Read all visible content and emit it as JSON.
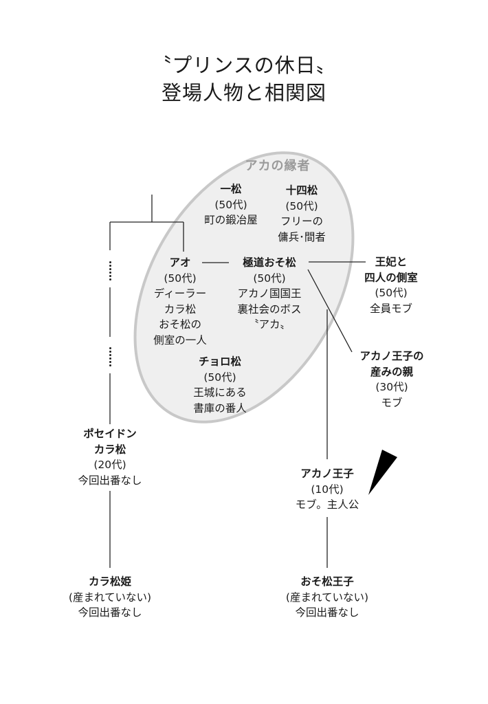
{
  "title": {
    "line1": "〝プリンスの休日〟",
    "line2": "登場人物と相関図"
  },
  "group": {
    "label": "アカの縁者",
    "fill_color": "#efefef",
    "stroke_color": "#c8c8c8"
  },
  "characters": {
    "ichimatsu": {
      "name": "一松",
      "lines": [
        "(50代)",
        "町の鍛冶屋"
      ]
    },
    "jushimatsu": {
      "name": "十四松",
      "lines": [
        "(50代)",
        "フリーの",
        "傭兵･間者"
      ]
    },
    "ao": {
      "name": "アオ",
      "lines": [
        "(50代)",
        "ディーラー",
        "カラ松",
        "おそ松の",
        "側室の一人"
      ]
    },
    "gokudo_osomatsu": {
      "name": "極道おそ松",
      "lines": [
        "(50代)",
        "アカノ国国王",
        "裏社会のボス",
        "〝アカ〟"
      ]
    },
    "choromatsu": {
      "name": "チョロ松",
      "lines": [
        "(50代)",
        "王城にある",
        "書庫の番人"
      ]
    },
    "queen_consorts": {
      "name_lines": [
        "王妃と",
        "四人の側室"
      ],
      "lines": [
        "(50代)",
        "全員モブ"
      ]
    },
    "prince_mother": {
      "name_lines": [
        "アカノ王子の",
        "産みの親"
      ],
      "lines": [
        "(30代)",
        "モブ"
      ]
    },
    "poseidon_karamatsu": {
      "name_lines": [
        "ポセイドン",
        "カラ松"
      ],
      "lines": [
        "(20代)",
        "今回出番なし"
      ]
    },
    "akano_prince": {
      "name": "アカノ王子",
      "lines": [
        "(10代)",
        "モブ。主人公"
      ]
    },
    "karamatsu_hime": {
      "name": "カラ松姫",
      "lines": [
        "(産まれていない)",
        "今回出番なし"
      ]
    },
    "osomatsu_prince": {
      "name": "おそ松王子",
      "lines": [
        "(産まれていない)",
        "今回出番なし"
      ]
    }
  },
  "colors": {
    "line": "#222222",
    "wedge": "#000000",
    "text": "#1a1a1a",
    "group_label": "#9a9a9a"
  }
}
